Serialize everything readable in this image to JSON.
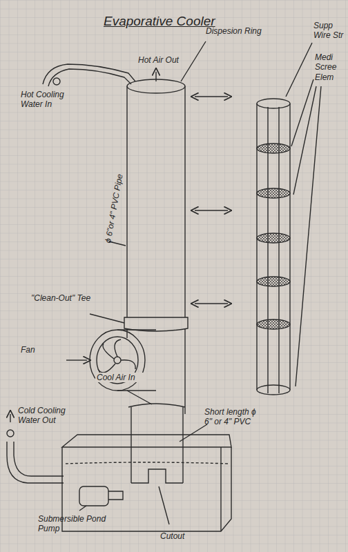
{
  "diagram": {
    "title": "Evaporative Cooler",
    "labels": [
      "Hot Air Out",
      "Dispesion Ring",
      "Hot Cooling Water In",
      "Supp Wire Str",
      "Medi Scree Elem",
      "ϕ 6\"or 4\" PVC Pipe",
      "\"Clean-Out\" Tee",
      "Fan",
      "Cool Air In",
      "Cold Cooling Water Out",
      "Short length ϕ 6\" or 4\" PVC",
      "Submersible Pond Pump",
      "Cutout"
    ]
  }
}
